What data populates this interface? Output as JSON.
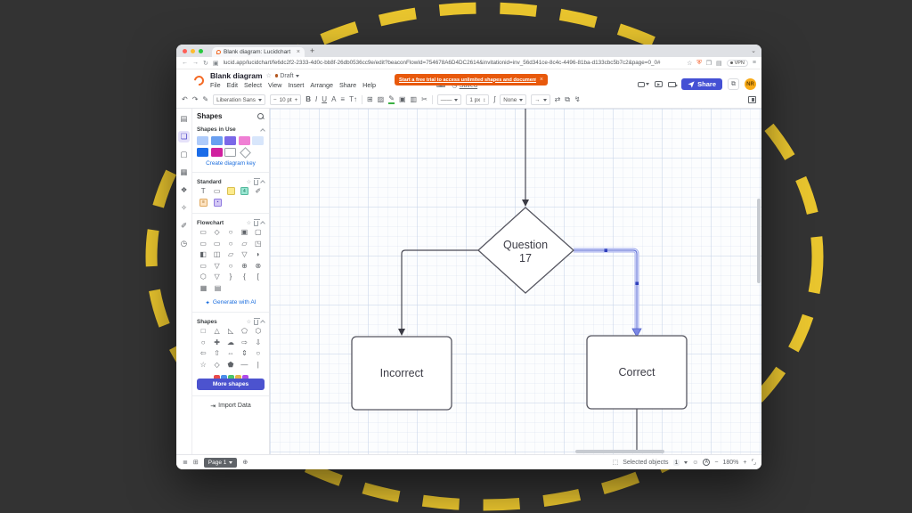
{
  "scene": {
    "background": "#333333",
    "ring_color": "#e9c52e"
  },
  "browser": {
    "tab_title": "Blank diagram: Lucidchart",
    "tab_close": "×",
    "new_tab": "+",
    "url": "lucid.app/lucidchart/fe6dc2f2-2333-4d0c-bb8f-26db0536cc9e/edit?beaconFlowId=754678A6D4DC2614&invitationid=inv_56d341ce-8c4c-4496-81ba-d133cbc5b7c2&page=0_0#",
    "vpn_label": "VPN"
  },
  "header": {
    "doc_title": "Blank diagram",
    "draft_label": "Draft",
    "menus": [
      "File",
      "Edit",
      "Select",
      "View",
      "Insert",
      "Arrange",
      "Share",
      "Help"
    ],
    "saved_label": "Saved",
    "banner_text": "Start a free trial to access unlimited shapes and documents!",
    "banner_close": "×",
    "share_label": "Share",
    "avatar_initials": "NR"
  },
  "toolbar": {
    "font_family": "Liberation Sans",
    "font_size": "10 pt",
    "minus": "−",
    "plus": "+",
    "bold": "B",
    "italic": "I",
    "underline": "U",
    "text_color": "A",
    "stroke_width": "1 px",
    "line_end_none": "None"
  },
  "sidebar": {
    "title": "Shapes",
    "shapes_in_use": {
      "label": "Shapes in Use",
      "swatches": [
        "#aecbfa",
        "#699ff0",
        "#7b68e8",
        "#ef7fd4",
        "#d8e6fb",
        "#1b6ce8",
        "#d0219e",
        "outline-rect",
        "outline-diamond"
      ],
      "link": "Create diagram key"
    },
    "sections": [
      {
        "label": "Standard",
        "rows": [
          [
            "text",
            "rect",
            "sticky-note",
            "card-teal",
            "pen"
          ],
          [
            "note-list",
            "tile-purple"
          ]
        ]
      },
      {
        "label": "Flowchart",
        "rows": [
          [
            "process",
            "decision",
            "terminator",
            "predefined",
            "document"
          ],
          [
            "alt-process",
            "data2",
            "ellipse",
            "parallelogram",
            "card"
          ],
          [
            "stored-data",
            "internal-storage",
            "manual-input",
            "trapezoid",
            "delay"
          ],
          [
            "rect-small",
            "merge",
            "connector",
            "or",
            "summing"
          ],
          [
            "prep",
            "display",
            "brace-r",
            "brace-pair",
            "bracket"
          ],
          [
            "table",
            "grid"
          ]
        ]
      },
      {
        "label": "Shapes",
        "rows": [
          [
            "square",
            "triangle",
            "right-triangle",
            "pentagon",
            "hexagon"
          ],
          [
            "octagon",
            "cross",
            "cloud",
            "arrow-right",
            "arrow-down"
          ],
          [
            "arrow-left",
            "arrow-up",
            "arrow-lr",
            "arrow-ud",
            "circle"
          ],
          [
            "star",
            "diamond",
            "star-5",
            "h-line",
            "v-line"
          ]
        ]
      }
    ],
    "generate_ai": "Generate with AI",
    "more_shapes": "More shapes",
    "import_data": "Import Data"
  },
  "canvas": {
    "nodes": {
      "q17_line1": "Question",
      "q17_line2": "17",
      "incorrect": "Incorrect",
      "correct": "Correct"
    },
    "selected_edge_color": "#6474d8"
  },
  "statusbar": {
    "page": "Page 1",
    "selected_label": "Selected objects",
    "selected_count": "1",
    "zoom": "180%",
    "minus": "−",
    "plus": "+"
  }
}
